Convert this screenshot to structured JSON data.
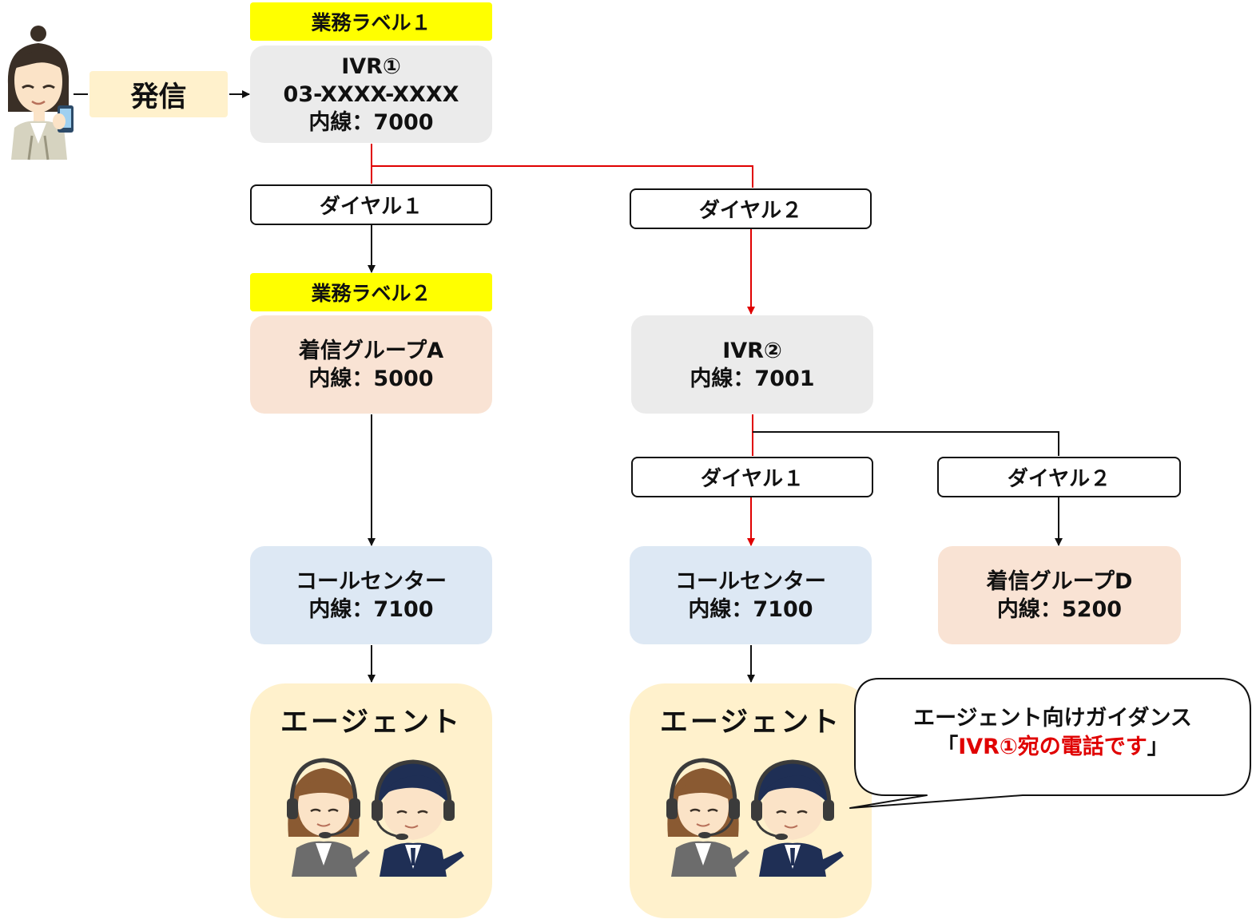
{
  "caller": {
    "action_label": "発信"
  },
  "ivr1": {
    "business_label": "業務ラベル１",
    "name": "IVR①",
    "phone": "03-XXXX-XXXX",
    "extension": "内線：7000"
  },
  "branch_left": {
    "dial": "ダイヤル１",
    "business_label": "業務ラベル２",
    "group": {
      "name": "着信グループA",
      "extension": "内線：5000"
    },
    "callcenter": {
      "name": "コールセンター",
      "extension": "内線：7100"
    },
    "agent_title": "エージェント"
  },
  "branch_right": {
    "dial": "ダイヤル２",
    "ivr2": {
      "name": "IVR②",
      "extension": "内線：7001"
    },
    "dial1": "ダイヤル１",
    "dial2": "ダイヤル２",
    "callcenter": {
      "name": "コールセンター",
      "extension": "内線：7100"
    },
    "group_d": {
      "name": "着信グループD",
      "extension": "内線：5200"
    },
    "agent_title": "エージェント"
  },
  "guidance": {
    "line1": "エージェント向けガイダンス",
    "open_bracket": "「",
    "highlight": "IVR①宛の電話です",
    "close_bracket": "」"
  },
  "colors": {
    "highlight_path": "#e00000",
    "label_yellow": "#ffff00",
    "ivr_gray": "#ebebeb",
    "group_peach": "#f9e3d4",
    "callcenter_blue": "#dde8f4",
    "agent_cream": "#fff1cc"
  }
}
